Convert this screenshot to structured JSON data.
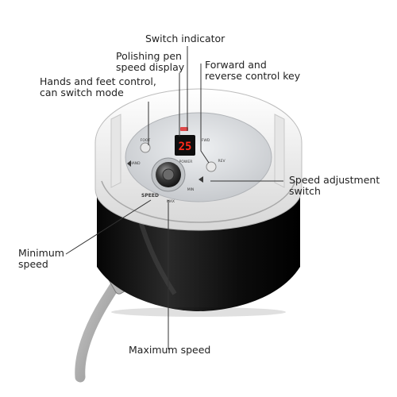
{
  "callouts": {
    "switch_indicator": "Switch indicator",
    "polishing_pen_display": [
      "Polishing pen",
      "speed display"
    ],
    "forward_reverse_key": [
      "Forward and",
      "reverse control key"
    ],
    "hands_feet_control": [
      "Hands and feet control,",
      "can switch mode"
    ],
    "speed_adjustment_switch": [
      "Speed adjustment",
      "switch"
    ],
    "minimum_speed": [
      "Minimum",
      "speed"
    ],
    "maximum_speed": "Maximum speed"
  },
  "device": {
    "speed_label": "SPEED",
    "display_readout": "25",
    "power_label": "POWER",
    "hand_label": "HAND",
    "foot_label": "FOOT",
    "fwd_label": "FWD",
    "rev_label": "REV",
    "min_label": "MIN",
    "max_label": "MAX"
  },
  "colors": {
    "body_black": "#111111",
    "shell_white": "#f2f2f2",
    "panel_silver": "#d9dcdf",
    "display_red": "#ff2a1a",
    "leader_line": "#333333"
  }
}
